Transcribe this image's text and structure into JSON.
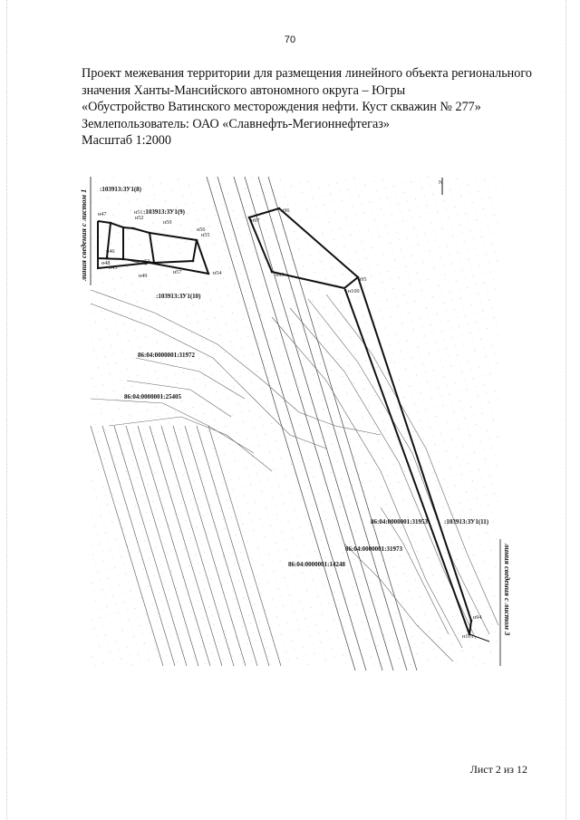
{
  "page_number": "70",
  "header": {
    "line1": "Проект межевания территории для размещения линейного объекта регионального",
    "line2": "значения Ханты-Мансийского автономного округа – Югры",
    "line3": "«Обустройство Ватинского месторождения нефти.  Куст скважин № 277»",
    "line4": "Землепользователь: ОАО «Славнефть-Мегионнефтегаз»",
    "line5": "Масштаб 1:2000"
  },
  "map": {
    "side_label_left": "линия сведения с листом 1",
    "side_label_right": "линия сведения с листом 3",
    "north_arrow": "N",
    "parcels": {
      "zu8": ":103913:ЗУ1(8)",
      "zu9": ":103913:ЗУ1(9)",
      "zu10": ":103913:ЗУ1(10)",
      "zu11": ":103913:ЗУ1(11)",
      "p31972": "86:04:0000001:31972",
      "p25405": "86:04:0000001:25405",
      "p31953": "86:04:0000001:31953",
      "p31973": "86:04:0000001:31973",
      "p14248": "86:04:0000001:14248"
    },
    "points": {
      "n47": "н47",
      "n51": "н51",
      "n52": "н52",
      "n50": "н50",
      "n56": "н56",
      "n55": "н55",
      "n46": "н46",
      "n48": "н48",
      "n45": "н45",
      "n53": "н53",
      "n49": "н49",
      "n57": "н57",
      "n54": "н54",
      "n97": "н97",
      "n96": "н96",
      "n99": "н99",
      "n95": "н95",
      "n100": "н100",
      "n94": "н94",
      "n101": "н101"
    }
  },
  "footer": {
    "sheet": "Лист 2 из 12"
  }
}
